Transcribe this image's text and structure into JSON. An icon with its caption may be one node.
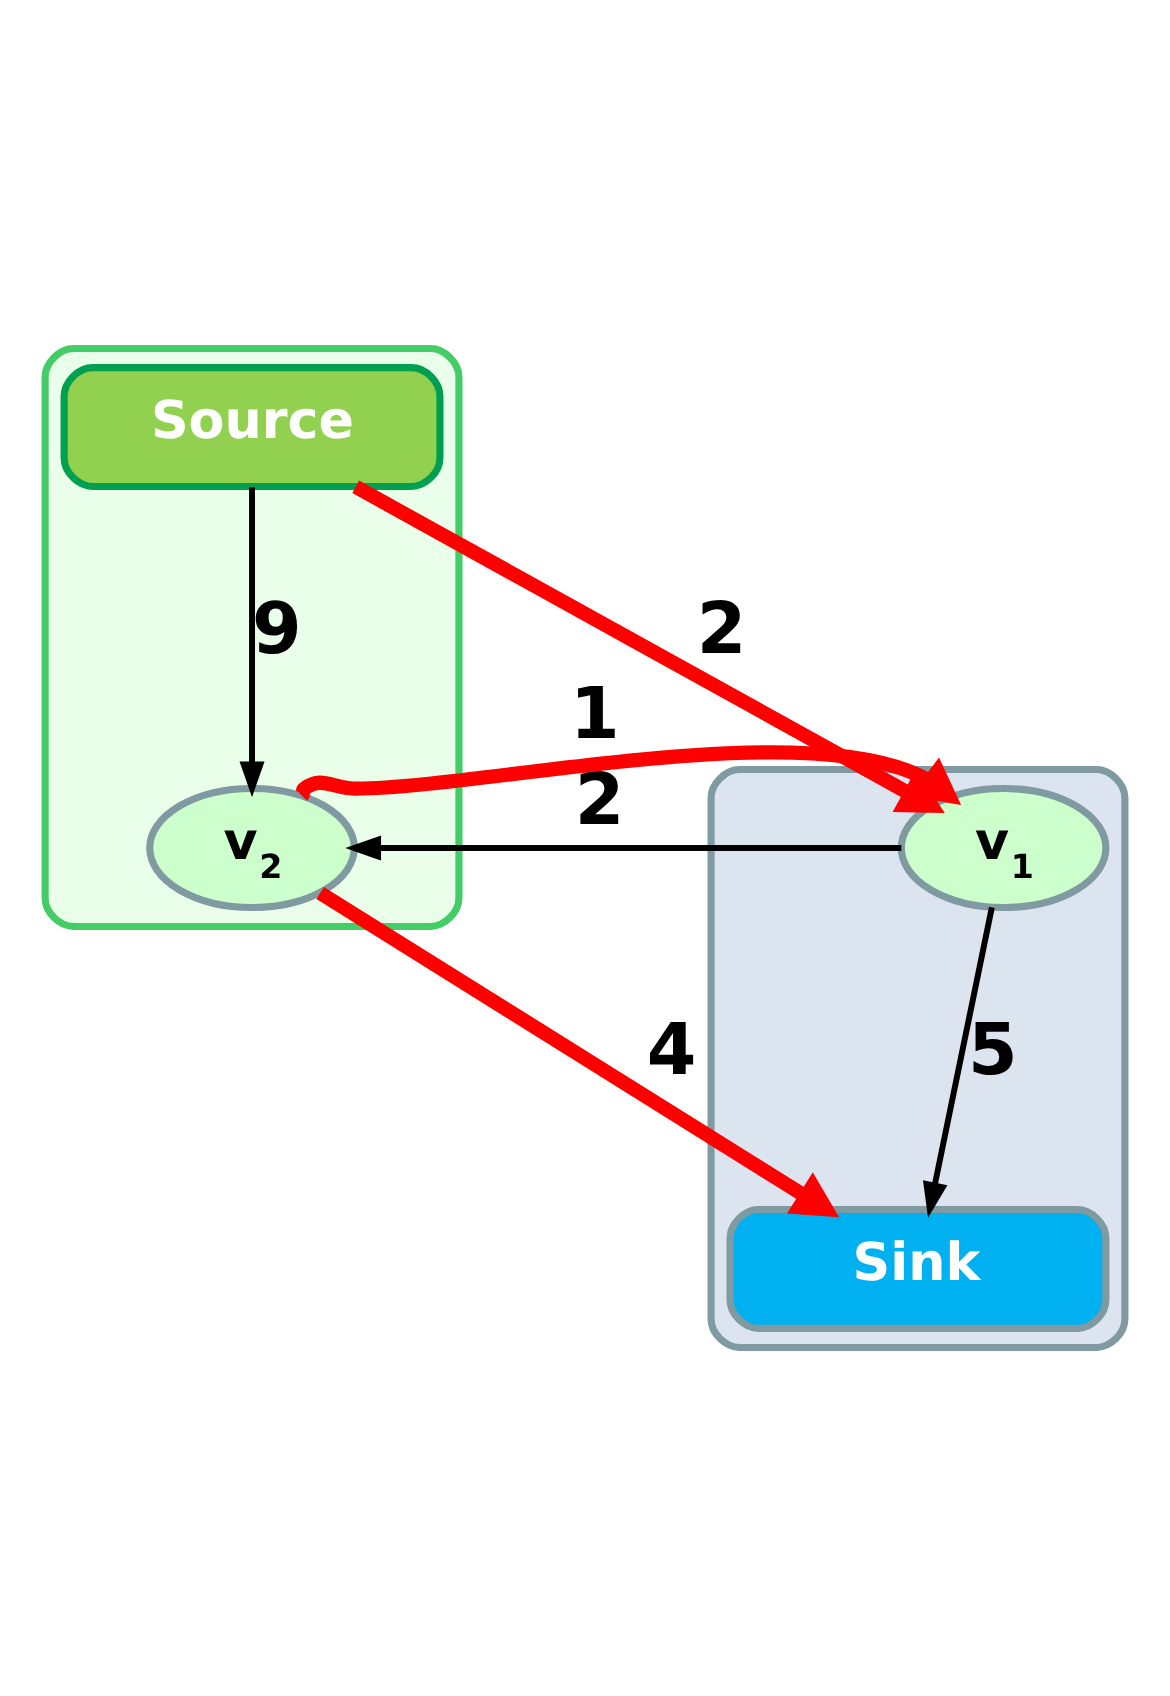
{
  "diagram": {
    "nodes": [
      {
        "text": [],
        "shape": "cloud"
      },
      {
        "text": [
          "Source"
        ],
        "in": 0
      },
      {
        "text": [],
        "shape": "cloud"
      },
      {
        "text": [
          "v$_{1}$"
        ],
        "in": 2
      },
      {
        "text": [
          "v$_{2}$"
        ],
        "in": 0
      },
      {
        "text": [
          "Sink"
        ],
        "in": 2
      }
    ],
    "edges": [
      {
        "from": 1,
        "to": 3,
        "arrow": "to",
        "label": "2",
        "style": "thick",
        "color": "#ff0000"
      },
      {
        "from": 1,
        "to": 4,
        "arrow": "to",
        "label": "9",
        "color": "#000000"
      },
      {
        "from": 4,
        "to": 3,
        "arrow": "to",
        "label": "1",
        "style": "thick",
        "color": "#ff0000"
      },
      {
        "from": 3,
        "to": 4,
        "arrow": "to",
        "label": "2",
        "color": "#000000"
      },
      {
        "from": 3,
        "to": 5,
        "arrow": "to",
        "label": "5",
        "color": "#000000"
      },
      {
        "from": 4,
        "to": 5,
        "arrow": "to",
        "label": "4",
        "style": "thick",
        "color": "#ff0000"
      }
    ]
  }
}
